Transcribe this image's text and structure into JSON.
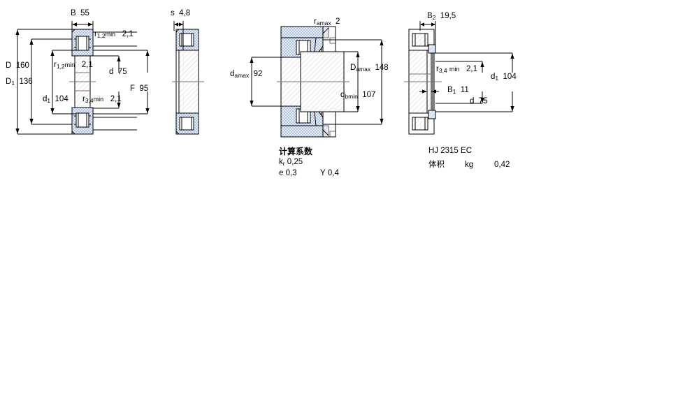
{
  "document": {
    "type": "bearing-technical-drawing",
    "designation": "HJ 2315 EC"
  },
  "colors": {
    "line": "#000000",
    "bearing_fill": "#ffffff",
    "hatch_blue": "#b9cbe8",
    "hatch_blue_light": "#d6e2f2",
    "centerline": "#8a6a6a"
  },
  "view1": {
    "name": "bearing-cross-section-main",
    "dims": [
      {
        "symbol": "B",
        "sub": "",
        "suffix": "",
        "value": "55"
      },
      {
        "symbol": "D",
        "sub": "",
        "suffix": "",
        "value": "160"
      },
      {
        "symbol": "D",
        "sub": "1",
        "suffix": "",
        "value": "136"
      },
      {
        "symbol": "d",
        "sub": "1",
        "suffix": "",
        "value": "104"
      },
      {
        "symbol": "d",
        "sub": "",
        "suffix": "",
        "value": "75"
      },
      {
        "symbol": "F",
        "sub": "",
        "suffix": "",
        "value": "95"
      },
      {
        "symbol": "r",
        "sub": "1,2",
        "suffix": "min",
        "value": "2,1"
      },
      {
        "symbol": "r",
        "sub": "1,2",
        "suffix": "min",
        "value": "2,1"
      },
      {
        "symbol": "r",
        "sub": "3,4",
        "suffix": "min",
        "value": "2,1"
      }
    ]
  },
  "view2": {
    "name": "bearing-side-section",
    "dims": [
      {
        "symbol": "s",
        "sub": "",
        "suffix": "",
        "value": "4,8"
      }
    ]
  },
  "view3": {
    "name": "mounting-arrangement",
    "dims": [
      {
        "symbol": "r",
        "sub": "amax",
        "suffix": "",
        "value": "2"
      },
      {
        "symbol": "d",
        "sub": "amax",
        "suffix": "",
        "value": "92"
      },
      {
        "symbol": "d",
        "sub": "bmin",
        "suffix": "",
        "value": "107"
      },
      {
        "symbol": "D",
        "sub": "amax",
        "suffix": "",
        "value": "148"
      }
    ],
    "factors": {
      "title": "计算系数",
      "rows": [
        {
          "symbol": "k",
          "sub": "r",
          "value": "0,25"
        },
        {
          "symbol": "e",
          "sub": "",
          "value": "0,3"
        },
        {
          "symbol": "Y",
          "sub": "",
          "value": "0,4"
        }
      ]
    }
  },
  "view4": {
    "name": "angle-ring-section",
    "dims": [
      {
        "symbol": "B",
        "sub": "2",
        "suffix": "",
        "value": "19,5"
      },
      {
        "symbol": "B",
        "sub": "1",
        "suffix": "",
        "value": "11"
      },
      {
        "symbol": "r",
        "sub": "3,4",
        "suffix": "min",
        "value": "2,1"
      },
      {
        "symbol": "d",
        "sub": "1",
        "suffix": "",
        "value": "104"
      },
      {
        "symbol": "d",
        "sub": "",
        "suffix": "",
        "value": "75"
      }
    ],
    "caption": {
      "designation": "HJ 2315 EC",
      "mass_label": "体积",
      "mass_unit": "kg",
      "mass_value": "0,42"
    }
  }
}
